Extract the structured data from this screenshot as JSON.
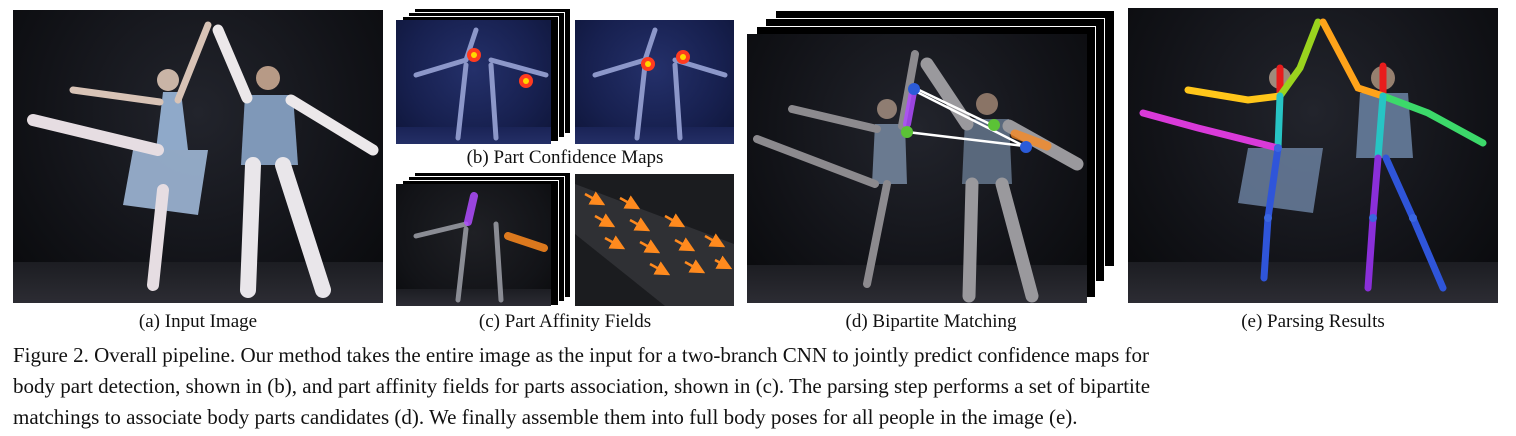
{
  "panels": {
    "a": {
      "label": "(a) Input Image"
    },
    "b": {
      "label": "(b) Part Confidence Maps"
    },
    "c": {
      "label": "(c) Part Affinity Fields"
    },
    "d": {
      "label": "(d) Bipartite Matching"
    },
    "e": {
      "label": "(e) Parsing Results"
    }
  },
  "caption": {
    "lines": [
      "Figure 2. Overall pipeline.  Our method takes the entire image as the input for a two-branch CNN to jointly predict confidence maps for",
      "body part detection, shown in (b), and part affinity fields for parts association, shown in (c).  The parsing step performs a set of bipartite",
      "matchings to associate body parts candidates (d). We finally assemble them into full body poses for all people in the image (e)."
    ]
  },
  "colors": {
    "heatmap": "#ff3b1f",
    "paf_purple": "#b04cff",
    "paf_orange": "#ff8a1e",
    "match_green": "#5bc236",
    "match_blue": "#2b5bd8"
  }
}
